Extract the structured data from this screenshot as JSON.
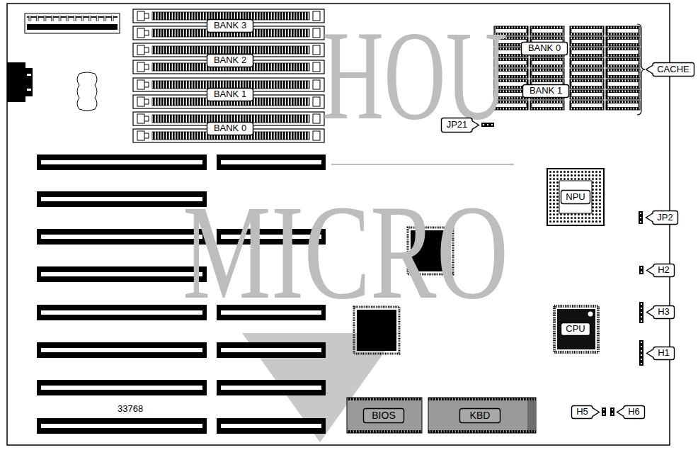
{
  "diagram": {
    "nodes": [
      {
        "text": [
          "BANK 3"
        ]
      },
      {
        "text": [
          "BANK 0"
        ]
      },
      {
        "text": [
          "CACHE"
        ]
      },
      {
        "text": [
          "BANK 2"
        ]
      },
      {
        "text": [
          "BANK 1"
        ]
      },
      {
        "text": [
          "BANK 1"
        ]
      },
      {
        "text": [
          "JP21"
        ]
      },
      {
        "text": [
          "BANK 0"
        ]
      },
      {
        "text": [
          "NPU"
        ]
      },
      {
        "text": [
          "JP2"
        ]
      },
      {
        "text": [
          "H2"
        ]
      },
      {
        "text": [
          "H3"
        ]
      },
      {
        "text": [
          "CPU"
        ]
      },
      {
        "text": [
          "H1"
        ]
      },
      {
        "text": [
          "BIOS"
        ]
      },
      {
        "text": [
          "KBD"
        ]
      },
      {
        "text": [
          "H5"
        ]
      },
      {
        "text": [
          "H6"
        ]
      }
    ],
    "labels": [
      "HOU",
      "MICRO",
      "33768"
    ]
  }
}
